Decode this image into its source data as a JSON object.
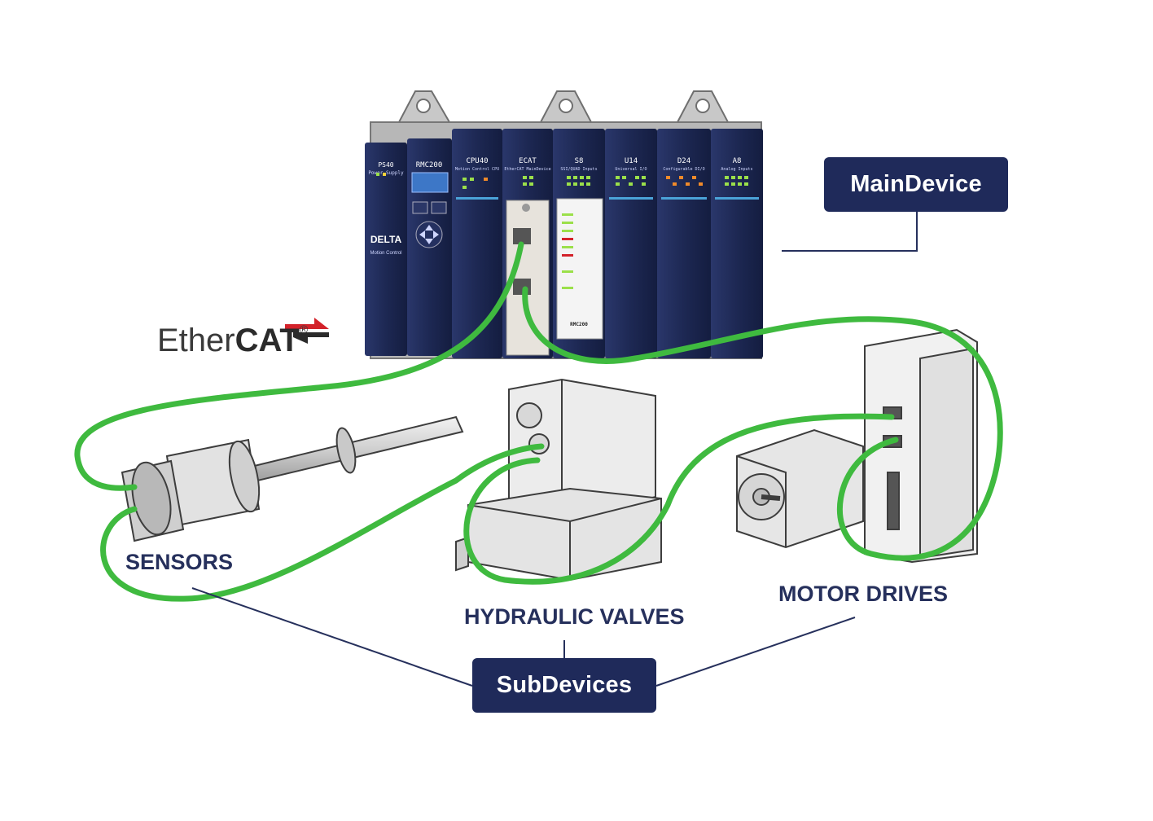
{
  "logo": {
    "prefix": "Ether",
    "bold": "CAT",
    "mark": "®"
  },
  "main_device": {
    "label": "MainDevice"
  },
  "sub_devices": {
    "label": "SubDevices"
  },
  "categories": {
    "sensors": "SENSORS",
    "hydraulic_valves": "HYDRAULIC VALVES",
    "motor_drives": "MOTOR DRIVES"
  },
  "controller": {
    "brand": "DELTA",
    "subtitle": "Motion Control",
    "modules": [
      {
        "name": "PS40",
        "desc": "Power Supply"
      },
      {
        "name": "RMC200",
        "desc": ""
      },
      {
        "name": "CPU40",
        "desc": "Motion Control CPU"
      },
      {
        "name": "ECAT",
        "desc": "EtherCAT MainDevice"
      },
      {
        "name": "S8",
        "desc": "SSI/QUAD Inputs"
      },
      {
        "name": "U14",
        "desc": "Universal I/O"
      },
      {
        "name": "D24",
        "desc": "Configurable DI/O"
      },
      {
        "name": "A8",
        "desc": "Analog Inputs"
      }
    ],
    "panel_label": "RMC200"
  },
  "colors": {
    "cable": "#3fba3f",
    "box": "#1f2a5a",
    "module": "#1e2a57",
    "label": "#26305c",
    "logo_red": "#d3222a"
  }
}
